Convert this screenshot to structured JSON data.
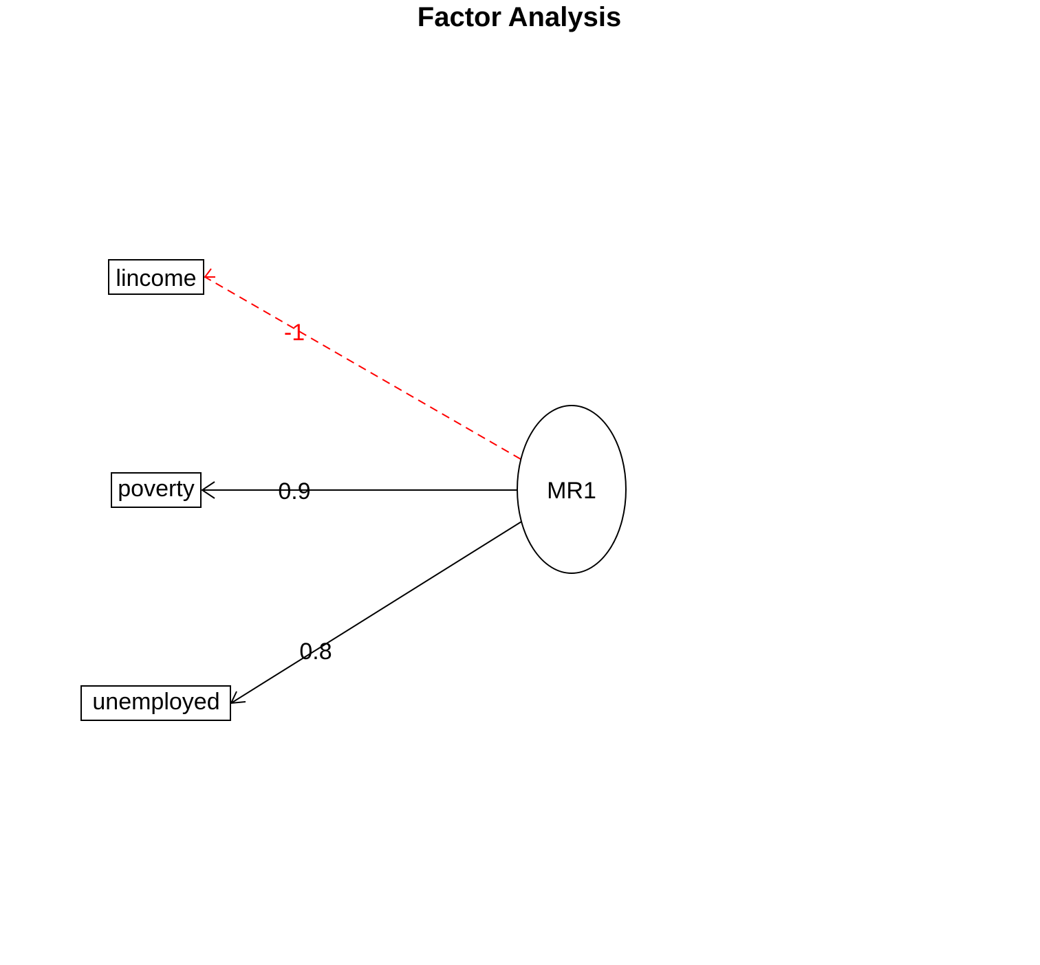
{
  "title": "Factor Analysis",
  "factor": {
    "label": "MR1"
  },
  "variables": [
    {
      "label": "lincome"
    },
    {
      "label": "poverty"
    },
    {
      "label": "unemployed"
    }
  ],
  "loadings": [
    {
      "from": "MR1",
      "to": "lincome",
      "label": "-1",
      "color": "#ff0000",
      "style": "dashed"
    },
    {
      "from": "MR1",
      "to": "poverty",
      "label": "0.9",
      "color": "#000000",
      "style": "solid"
    },
    {
      "from": "MR1",
      "to": "unemployed",
      "label": "0.8",
      "color": "#000000",
      "style": "solid"
    }
  ]
}
